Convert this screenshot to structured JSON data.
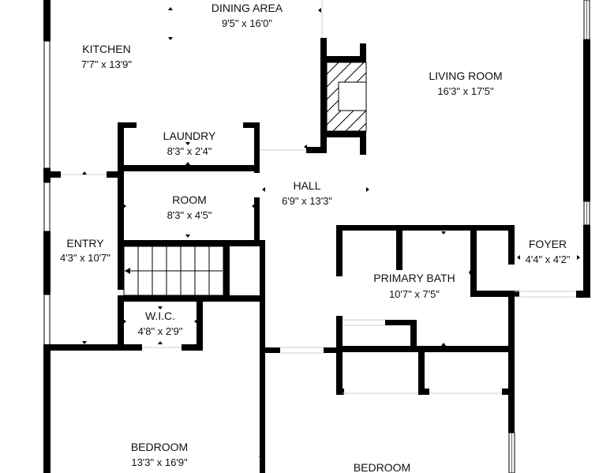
{
  "rooms": [
    {
      "id": "dining",
      "name": "DINING AREA",
      "size": "9'5\" x 16'0\""
    },
    {
      "id": "kitchen",
      "name": "KITCHEN",
      "size": "7'7\" x 13'9\""
    },
    {
      "id": "living",
      "name": "LIVING ROOM",
      "size": "16'3\" x 17'5\""
    },
    {
      "id": "laundry",
      "name": "LAUNDRY",
      "size": "8'3\" x 2'4\""
    },
    {
      "id": "hall",
      "name": "HALL",
      "size": "6'9\" x 13'3\""
    },
    {
      "id": "room",
      "name": "ROOM",
      "size": "8'3\" x 4'5\""
    },
    {
      "id": "entry",
      "name": "ENTRY",
      "size": "4'3\" x 10'7\""
    },
    {
      "id": "foyer",
      "name": "FOYER",
      "size": "4'4\" x 4'2\""
    },
    {
      "id": "primary_bath",
      "name": "PRIMARY BATH",
      "size": "10'7\" x 7'5\""
    },
    {
      "id": "wic",
      "name": "W.I.C.",
      "size": "4'8\" x 2'9\""
    },
    {
      "id": "bedroom1",
      "name": "BEDROOM",
      "size": "13'3\" x 16'9\""
    },
    {
      "id": "bedroom2",
      "name": "BEDROOM",
      "size": ""
    }
  ]
}
